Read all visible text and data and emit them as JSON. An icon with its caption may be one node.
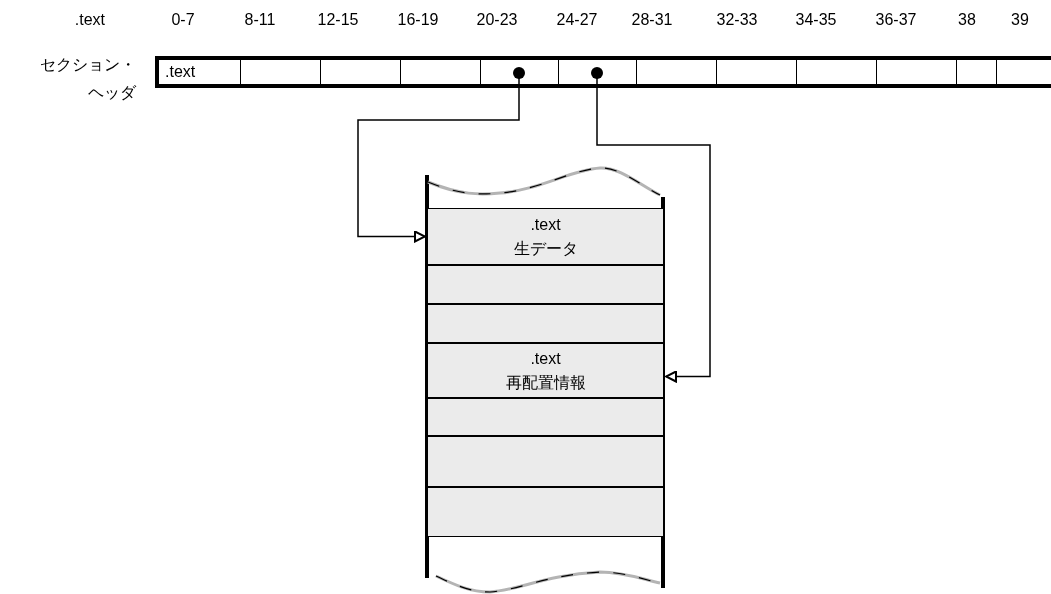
{
  "diagram": {
    "nodes": [
      {
        "text": [
          ".text"
        ]
      },
      {
        "text": [],
        "shape": "box"
      },
      {
        "text": [],
        "shape": "box"
      },
      {
        "text": [],
        "shape": "box"
      },
      {
        "text": [],
        "shape": "box"
      },
      {
        "text": [],
        "shape": "box"
      },
      {
        "text": [],
        "shape": "box"
      },
      {
        "text": [],
        "shape": "box"
      },
      {
        "text": [],
        "shape": "box"
      },
      {
        "text": [],
        "shape": "box"
      },
      {
        "text": [],
        "shape": "box"
      },
      {
        "text": [],
        "shape": "box"
      },
      {
        "text": [
          ".text",
          "生データ"
        ]
      },
      {
        "text": [],
        "shape": "box"
      },
      {
        "text": [],
        "shape": "box"
      },
      {
        "text": [
          ".text",
          "再配置情報"
        ]
      },
      {
        "text": [],
        "shape": "box"
      },
      {
        "text": [],
        "shape": "box"
      },
      {
        "text": [],
        "shape": "box"
      }
    ],
    "edges": [
      {
        "from": 4,
        "to": 12,
        "arrow": "to"
      },
      {
        "from": 5,
        "to": 15,
        "arrow": "to"
      }
    ],
    "labels": [
      ".text",
      "0-7",
      "8-11",
      "12-15",
      "16-19",
      "20-23",
      "24-27",
      "28-31",
      "32-33",
      "34-35",
      "36-37",
      "38",
      "39",
      "セクション・ヘッダ"
    ]
  }
}
